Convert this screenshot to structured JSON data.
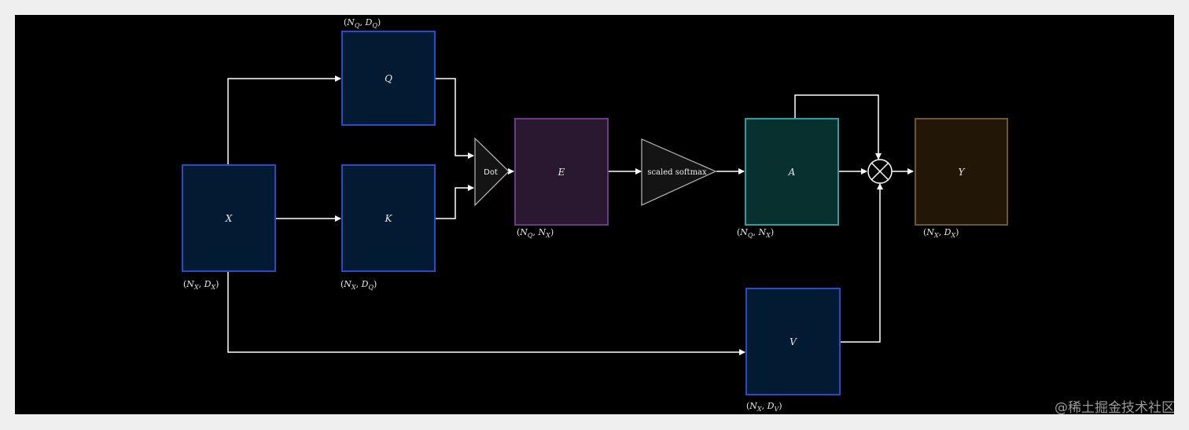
{
  "nodes": {
    "x": {
      "label": "X",
      "dim_main": "N",
      "dim_a_sub": "X",
      "dim_b_main": "D",
      "dim_b_sub": "X"
    },
    "q": {
      "label": "Q",
      "dim_main": "N",
      "dim_a_sub": "Q",
      "dim_b_main": "D",
      "dim_b_sub": "Q"
    },
    "k": {
      "label": "K",
      "dim_main": "N",
      "dim_a_sub": "X",
      "dim_b_main": "D",
      "dim_b_sub": "Q"
    },
    "e": {
      "label": "E",
      "dim_main": "N",
      "dim_a_sub": "Q",
      "dim_b_main": "N",
      "dim_b_sub": "X"
    },
    "a": {
      "label": "A",
      "dim_main": "N",
      "dim_a_sub": "Q",
      "dim_b_main": "N",
      "dim_b_sub": "X"
    },
    "v": {
      "label": "V",
      "dim_main": "N",
      "dim_a_sub": "X",
      "dim_b_main": "D",
      "dim_b_sub": "V"
    },
    "y": {
      "label": "Y",
      "dim_main": "N",
      "dim_a_sub": "X",
      "dim_b_main": "D",
      "dim_b_sub": "X"
    }
  },
  "operators": {
    "dot": "Dot",
    "softmax": "scaled softmax",
    "multiply_symbol": "⊗"
  },
  "colors": {
    "blue_fill": "#031a33",
    "blue_border": "#2c49c8",
    "purple_fill": "#2a1830",
    "purple_border": "#6b3a8a",
    "teal_fill": "#07302f",
    "teal_border": "#2f9c9f",
    "brown_fill": "#221606",
    "brown_border": "#6e5533"
  },
  "watermark": "@稀土掘金技术社区"
}
